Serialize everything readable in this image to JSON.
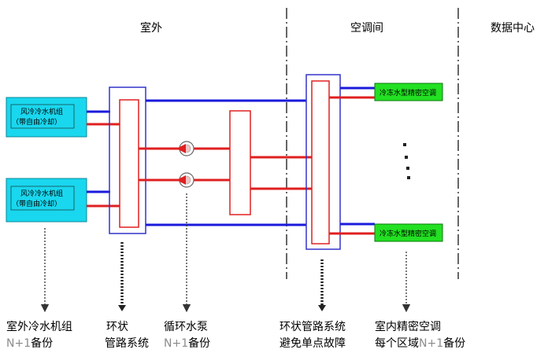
{
  "zones": {
    "outdoor": "室外",
    "ac_room": "空调间",
    "datacenter": "数据中心"
  },
  "chillers": [
    {
      "line1": "风冷冷水机组",
      "line2": "（带自由冷却）"
    },
    {
      "line1": "风冷冷水机组",
      "line2": "（带自由冷却）"
    }
  ],
  "crah": {
    "top": "冷冻水型精密空调",
    "bottom": "冷冻水型精密空调"
  },
  "captions": {
    "chiller": {
      "line1": "室外冷水机组",
      "line2_prefix": "N",
      "line2_plus": "+1",
      "line2_suffix": "备份"
    },
    "ring_outdoor": {
      "line1": "环状",
      "line2": "管路系统"
    },
    "pump": {
      "line1": "循环水泵",
      "line2_prefix": "N",
      "line2_plus": "+1",
      "line2_suffix": "备份"
    },
    "ring_indoor": {
      "line1": "环状管路系统",
      "line2": "避免单点故障"
    },
    "crah": {
      "line1": "室内精密空调",
      "line2_prefix": "每个区域",
      "line2_n": "N",
      "line2_plus": "+1",
      "line2_suffix": "备份"
    }
  },
  "colors": {
    "supply_blue": "#1a1adc",
    "return_red": "#e02020",
    "chiller_cyan": "#19d7ee",
    "crah_green": "#22e022",
    "frame_blue": "#3333cc",
    "arrow_gray": "#333333"
  }
}
